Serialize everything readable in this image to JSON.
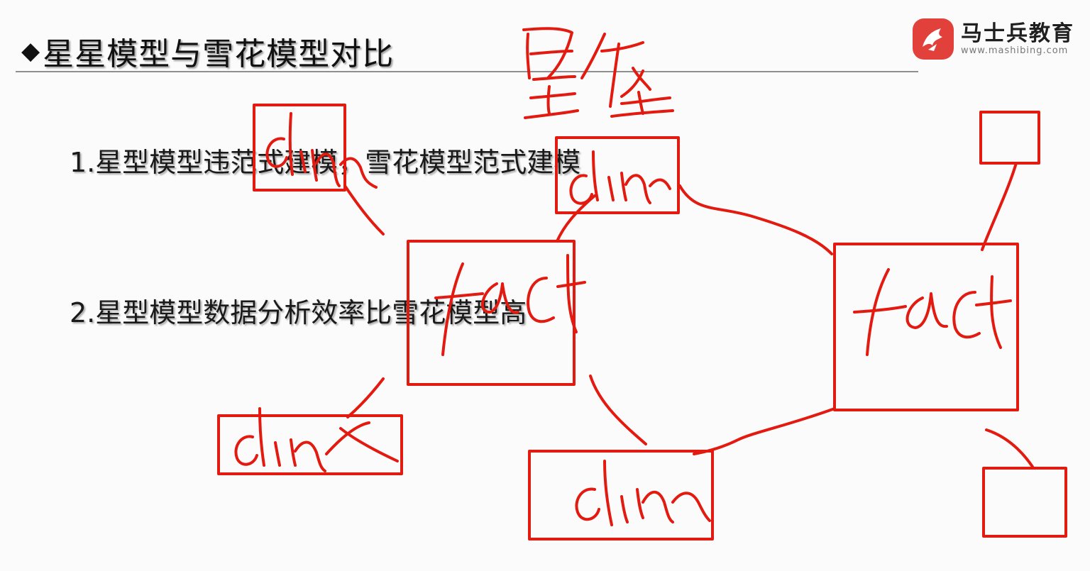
{
  "slide": {
    "bullet_icon": "diamond-bullet",
    "title": "星星模型与雪花模型对比",
    "points": [
      "1.星型模型违范式建模，雪花模型范式建模",
      "2.星型模型数据分析效率比雪花模型高"
    ]
  },
  "logo": {
    "name": "马士兵教育",
    "url": "www.mashibing.com",
    "color": "#e2403a"
  },
  "annotations": {
    "ink_color": "#e21a10",
    "heading": "星座",
    "fact_label": "fact",
    "dim_label": "dim"
  }
}
